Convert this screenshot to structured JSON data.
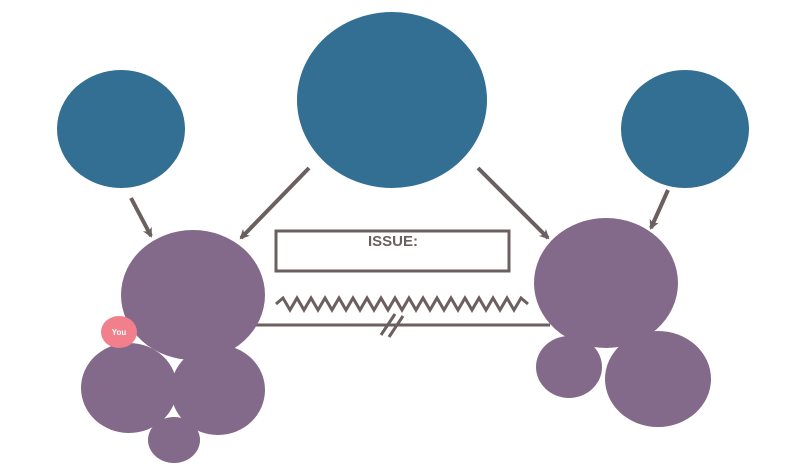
{
  "diagram": {
    "issue_box": {
      "label": "ISSUE:"
    },
    "you_badge": {
      "label": "You"
    },
    "colors": {
      "background": "#ffffff",
      "top_node": "#336f93",
      "group_node": "#836a8a",
      "connector": "#6b5f5f",
      "you_badge": "#f2808c",
      "you_text": "#ffffff"
    },
    "relationships": {
      "left_group_to_right_group": "conflict-and-cutoff",
      "top_center_to_left_group": "arrow",
      "top_center_to_right_group": "arrow",
      "top_left_to_left_group": "arrow",
      "top_right_to_right_group": "arrow"
    }
  }
}
